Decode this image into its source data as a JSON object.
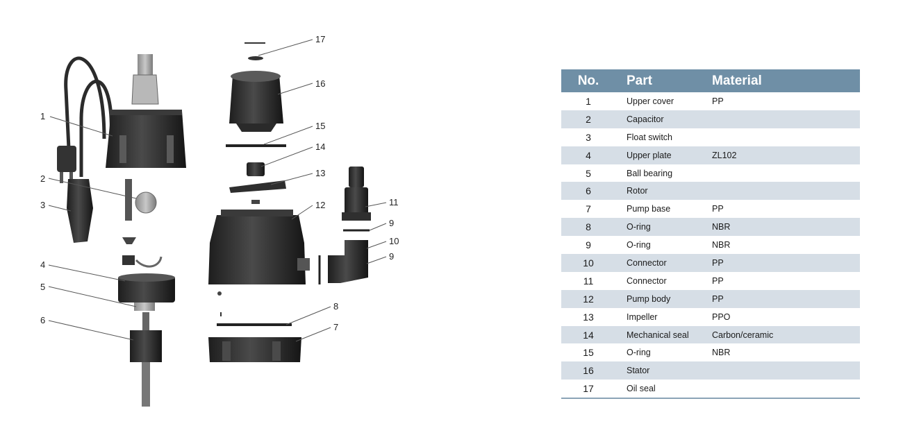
{
  "diagram": {
    "callouts": [
      "1",
      "2",
      "3",
      "4",
      "5",
      "6",
      "7",
      "8",
      "9",
      "10",
      "11",
      "12",
      "13",
      "14",
      "15",
      "16",
      "17",
      "9"
    ]
  },
  "table": {
    "headers": [
      "No.",
      "Part",
      "Material"
    ],
    "rows": [
      {
        "no": "1",
        "part": "Upper cover",
        "material": "PP"
      },
      {
        "no": "2",
        "part": "Capacitor",
        "material": ""
      },
      {
        "no": "3",
        "part": "Float switch",
        "material": ""
      },
      {
        "no": "4",
        "part": "Upper plate",
        "material": "ZL102"
      },
      {
        "no": "5",
        "part": "Ball bearing",
        "material": ""
      },
      {
        "no": "6",
        "part": "Rotor",
        "material": ""
      },
      {
        "no": "7",
        "part": "Pump base",
        "material": "PP"
      },
      {
        "no": "8",
        "part": "O-ring",
        "material": "NBR"
      },
      {
        "no": "9",
        "part": "O-ring",
        "material": "NBR"
      },
      {
        "no": "10",
        "part": "Connector",
        "material": "PP"
      },
      {
        "no": "11",
        "part": "Connector",
        "material": "PP"
      },
      {
        "no": "12",
        "part": "Pump body",
        "material": "PP"
      },
      {
        "no": "13",
        "part": "Impeller",
        "material": "PPO"
      },
      {
        "no": "14",
        "part": "Mechanical seal",
        "material": "Carbon/ceramic"
      },
      {
        "no": "15",
        "part": "O-ring",
        "material": "NBR"
      },
      {
        "no": "16",
        "part": "Stator",
        "material": ""
      },
      {
        "no": "17",
        "part": "Oil seal",
        "material": ""
      }
    ]
  }
}
